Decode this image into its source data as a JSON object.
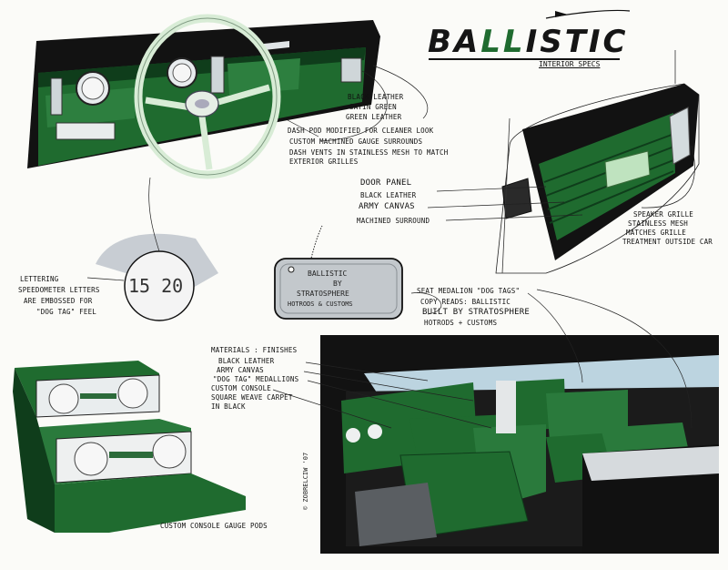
{
  "header": {
    "brand_part1": "BA",
    "brand_part2": "LL",
    "brand_part3": "ISTIC",
    "subtitle": "INTERIOR SPECS"
  },
  "dash_callouts": {
    "black_leather": "BLACK LEATHER",
    "satin_green": "SATIN GREEN",
    "green_leather": "GREEN LEATHER"
  },
  "dash_pod": {
    "line1": "DASH POD MODIFIED FOR CLEANER LOOK",
    "line2": "CUSTOM MACHINED GAUGE SURROUNDS",
    "line3": "DASH VENTS IN STAINLESS MESH TO MATCH",
    "line4": "EXTERIOR GRILLES"
  },
  "door_panel": {
    "title": "DOOR PANEL",
    "item1": "BLACK LEATHER",
    "item2": "ARMY CANVAS",
    "item3": "MACHINED SURROUND"
  },
  "speaker": {
    "title": "SPEAKER GRILLE",
    "line1": "STAINLESS MESH",
    "line2": "MATCHES GRILLE",
    "line3": "TREATMENT OUTSIDE CAR"
  },
  "lettering": {
    "title": "LETTERING",
    "line1": "SPEEDOMETER LETTERS",
    "line2": "ARE EMBOSSED FOR",
    "line3": "\"DOG TAG\" FEEL"
  },
  "gauge_numbers": "15 20",
  "dog_tag": {
    "line1": "BALLISTIC",
    "line2": "BY",
    "line3": "STRATOSPHERE",
    "line4": "HOTRODS & CUSTOMS"
  },
  "seat_medallion": {
    "title": "SEAT MEDALION \"DOG TAGS\"",
    "line1": "COPY READS: BALLISTIC",
    "line2": "BUILT BY STRATOSPHERE",
    "line3": "HOTRODS + CUSTOMS"
  },
  "materials": {
    "title": "MATERIALS : FINISHES",
    "item1": "BLACK LEATHER",
    "item2": "ARMY CANVAS",
    "item3": "\"DOG TAG\" MEDALLIONS",
    "item4": "CUSTOM CONSOLE",
    "item5": "SQUARE WEAVE CARPET",
    "item6": "IN BLACK"
  },
  "console": {
    "caption": "CUSTOM CONSOLE GAUGE PODS"
  },
  "signature": "© ZOBRELCIW '07",
  "colors": {
    "leather_green": "#1f6b2f",
    "dark_green": "#0f3d1b",
    "black": "#121212",
    "paper": "#fbfbf8",
    "wheel": "#d8ecd6",
    "chrome": "#d9dde0"
  }
}
